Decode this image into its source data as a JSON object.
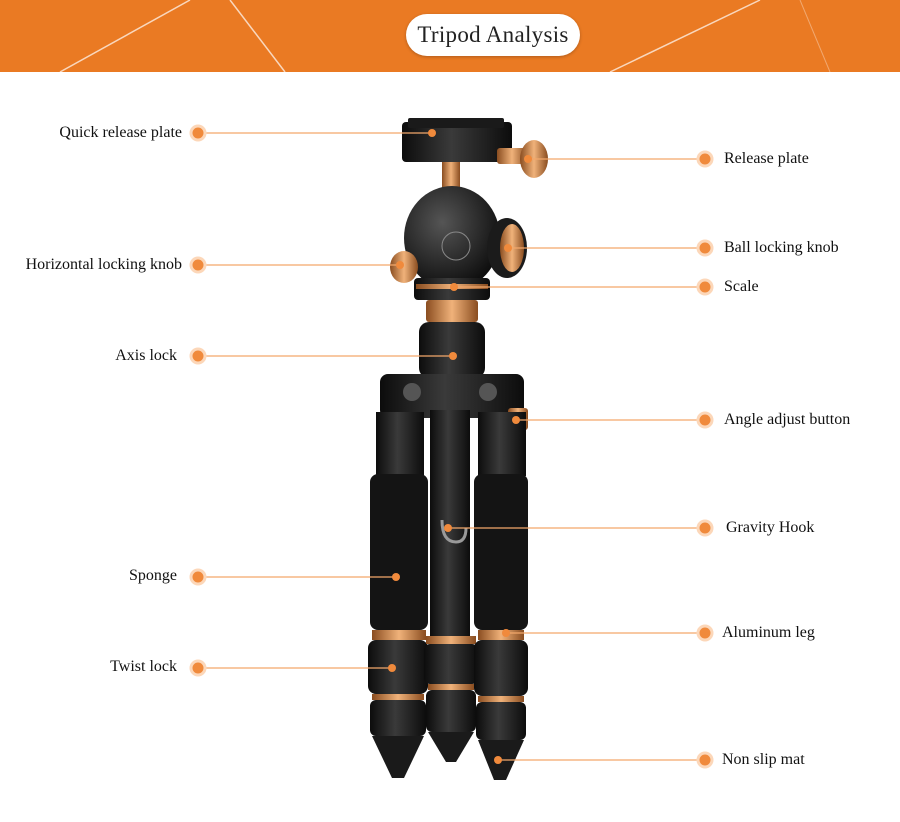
{
  "title": "Tripod Analysis",
  "colors": {
    "accent": "#ea7a23",
    "dot": "#f08a3c",
    "leader": "#f3a86b",
    "body": "#111111",
    "copper": "#d58a4e"
  },
  "callouts": {
    "quick_release_plate": "Quick release plate",
    "horizontal_locking_knob": "Horizontal locking knob",
    "axis_lock": "Axis lock",
    "sponge": "Sponge",
    "twist_lock": "Twist lock",
    "release_plate": "Release plate",
    "ball_locking_knob": "Ball locking knob",
    "scale": "Scale",
    "angle_adjust_button": "Angle adjust button",
    "gravity_hook": "Gravity Hook",
    "aluminum_leg": "Aluminum leg",
    "non_slip_mat": "Non slip mat"
  }
}
